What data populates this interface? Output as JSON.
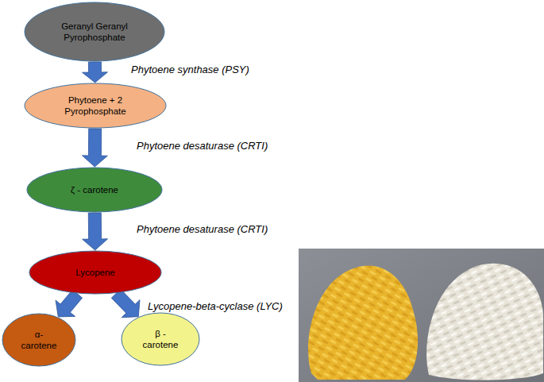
{
  "diagram": {
    "nodes": [
      {
        "text": [
          "Geranyl Geranyl Pyrophosphate"
        ]
      },
      {
        "text": [
          "Phytoene + 2 Pyrophosphate"
        ]
      },
      {
        "text": [
          "ζ - carotene"
        ]
      },
      {
        "text": [
          "Lycopene"
        ]
      },
      {
        "text": [
          "α- carotene"
        ]
      },
      {
        "text": [
          "β - carotene"
        ]
      }
    ],
    "edges": [
      {
        "from": 0,
        "to": 1,
        "arrow": "to",
        "label": "Phytoene synthase (PSY)"
      },
      {
        "from": 1,
        "to": 2,
        "arrow": "to",
        "label": "Phytoene desaturase (CRTI)"
      },
      {
        "from": 2,
        "to": 3,
        "arrow": "to",
        "label": "Phytoene desaturase (CRTI)"
      },
      {
        "from": 3,
        "to": 4,
        "arrow": "to"
      },
      {
        "from": 3,
        "to": 5,
        "arrow": "to",
        "label": "Lycopene-beta-cyclase (LYC)"
      }
    ]
  }
}
